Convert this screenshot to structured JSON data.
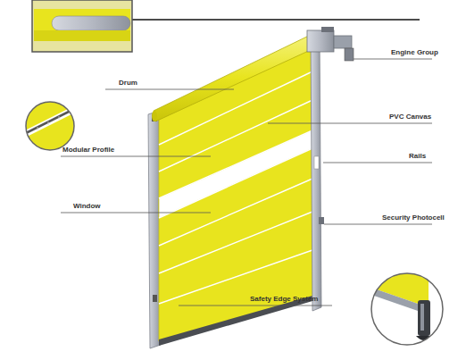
{
  "diagram": {
    "labels": [
      "Engine Group",
      "Drum",
      "PVC Canvas",
      "Modular Profile",
      "Rails",
      "Window",
      "Security Photocell",
      "Safety Edge System"
    ]
  }
}
